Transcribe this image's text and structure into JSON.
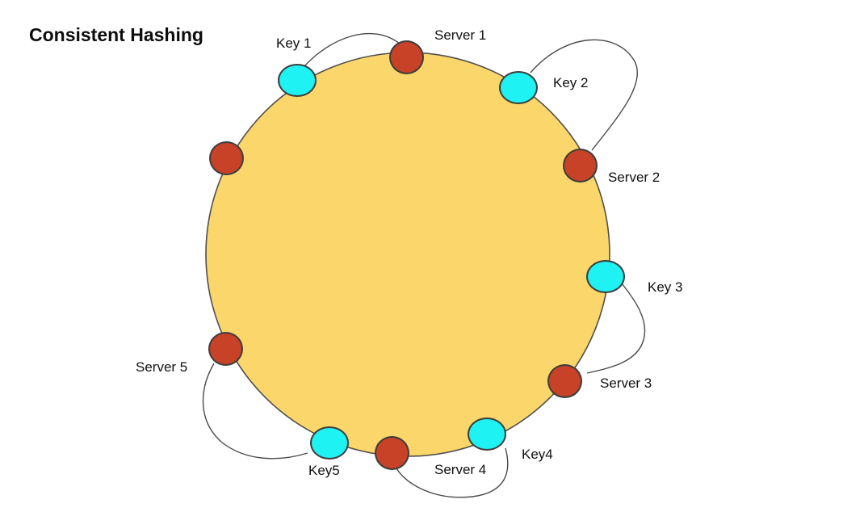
{
  "title": "Consistent Hashing",
  "colors": {
    "ring_fill": "#FBD76B",
    "ring_outline": "#4f4f4f",
    "server_node_fill": "#C74227",
    "key_node_fill": "#1FF2F2",
    "node_outline": "#3d3d3d",
    "connector_stroke": "#4a4a4a",
    "background": "#ffffff",
    "text": "#101010"
  },
  "ring": {
    "name": "hash-ring"
  },
  "nodes": {
    "servers": [
      {
        "id": "server-1",
        "label": "Server 1"
      },
      {
        "id": "server-2",
        "label": "Server 2"
      },
      {
        "id": "server-3",
        "label": "Server 3"
      },
      {
        "id": "server-4",
        "label": "Server 4"
      },
      {
        "id": "server-5",
        "label": "Server 5"
      },
      {
        "id": "server-unlabeled",
        "label": ""
      }
    ],
    "keys": [
      {
        "id": "key-1",
        "label": "Key 1"
      },
      {
        "id": "key-2",
        "label": "Key 2"
      },
      {
        "id": "key-3",
        "label": "Key 3"
      },
      {
        "id": "key-4",
        "label": "Key4"
      },
      {
        "id": "key-5",
        "label": "Key5"
      }
    ]
  },
  "mappings": [
    {
      "from": "Key 1",
      "to": "Server 1"
    },
    {
      "from": "Key 2",
      "to": "Server 2"
    },
    {
      "from": "Key 3",
      "to": "Server 3"
    },
    {
      "from": "Key4",
      "to": "Server 4"
    },
    {
      "from": "Key5",
      "to": "Server 5"
    }
  ]
}
